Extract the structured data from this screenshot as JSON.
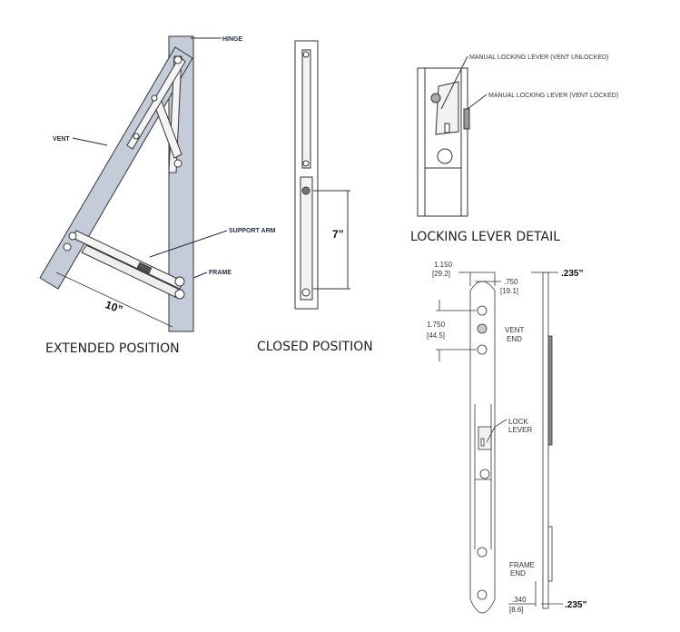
{
  "colors": {
    "panel": "#c5ccd9",
    "line": "#222222",
    "label": "#1f2a44"
  },
  "extended": {
    "caption": "EXTENDED POSITION",
    "hinge": "HINGE",
    "vent": "VENT",
    "support_arm": "SUPPORT ARM",
    "frame": "FRAME",
    "length": "10”"
  },
  "closed": {
    "caption": "CLOSED POSITION",
    "length": "7”"
  },
  "lever_detail": {
    "caption": "LOCKING LEVER DETAIL",
    "unlocked": "MANUAL LOCKING LEVER (VENT UNLOCKED)",
    "locked": "MANUAL LOCKING LEVER (VENT LOCKED)"
  },
  "dimensions": {
    "width_in": "1.150",
    "width_mm": "[29.2]",
    "inner_in": ".750",
    "inner_mm": "[19.1]",
    "hole_in": "1.750",
    "hole_mm": "[44.5]",
    "thick_top": ".235”",
    "thick_bottom": ".235”",
    "offset_in": ".340",
    "offset_mm": "[8.6]",
    "vent_end_1": "VENT",
    "vent_end_2": "END",
    "lock_1": "LOCK",
    "lock_2": "LEVER",
    "frame_end_1": "FRAME",
    "frame_end_2": "END"
  }
}
